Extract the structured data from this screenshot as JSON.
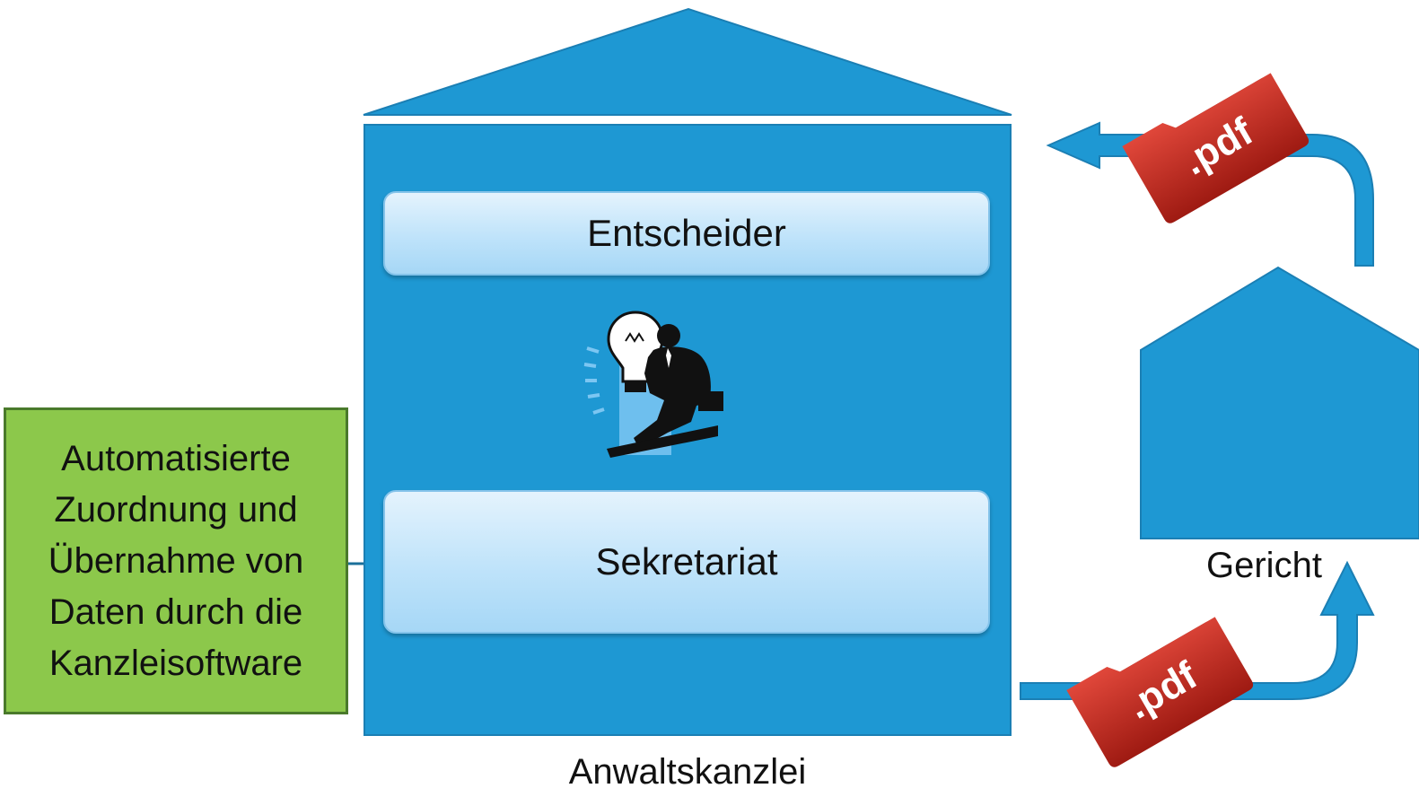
{
  "kanzlei": {
    "label": "Anwaltskanzlei",
    "decider_label": "Entscheider",
    "secretariat_label": "Sekretariat"
  },
  "court": {
    "label": "Gericht"
  },
  "callout": {
    "lines": [
      "Automatisierte",
      "Zuordnung und",
      "Übernahme von",
      "Daten durch die",
      "Kanzleisoftware"
    ]
  },
  "documents": {
    "outgoing_label": ".pdf",
    "incoming_label": ".pdf"
  },
  "icons": {
    "decision_maker": "businessman-lightbulb-icon",
    "document": "pdf-folder-icon"
  },
  "colors": {
    "building_blue": "#1e98d3",
    "band_light": "#bfe3fa",
    "callout_green": "#8cc84b",
    "pdf_red": "#c0281d"
  }
}
